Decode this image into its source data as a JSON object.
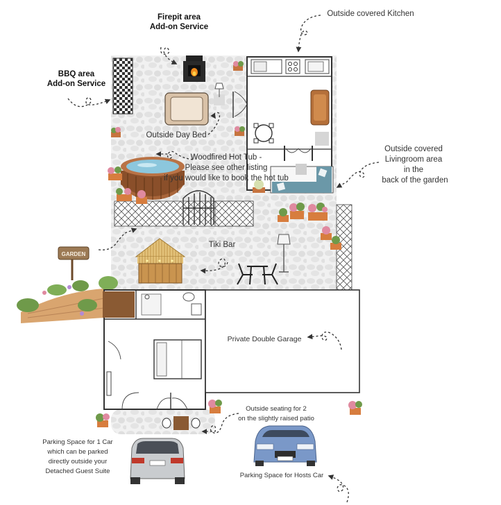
{
  "labels": {
    "firepit_line1": "Firepit area",
    "firepit_line2": "Add-on Service",
    "bbq_line1": "BBQ area",
    "bbq_line2": "Add-on Service",
    "kitchen": "Outside covered Kitchen",
    "day_bed": "Outside Day Bed",
    "hot_tub_line1": "Woodfired Hot Tub -",
    "hot_tub_line2": "Please see other listing",
    "hot_tub_line3": "if you would like to book the hot tub",
    "living_line1": "Outside covered",
    "living_line2": "Livingroom area",
    "living_line3": "in the",
    "living_line4": "back of the garden",
    "tiki_bar": "Tiki Bar",
    "garden_sign": "GARDEN",
    "garage": "Private Double Garage",
    "seating_line1": "Outside seating for 2",
    "seating_line2": "on the slightly raised patio",
    "parking1_line1": "Parking Space for 1 Car",
    "parking1_line2": "which can be parked",
    "parking1_line3": "directly outside your",
    "parking1_line4": "Detached Guest Suite",
    "parking_hosts": "Parking Space for Hosts Car"
  },
  "colors": {
    "paving": "#ececec",
    "stone": "#d6d6d6",
    "wall": "#333333",
    "wood": "#8a5a33",
    "sofa_teal": "#6b98a8",
    "car_blue": "#7a98c8",
    "car_silver": "#c9cccf",
    "flower_pink": "#e08aa0",
    "leaf_green": "#6f9a4a"
  }
}
